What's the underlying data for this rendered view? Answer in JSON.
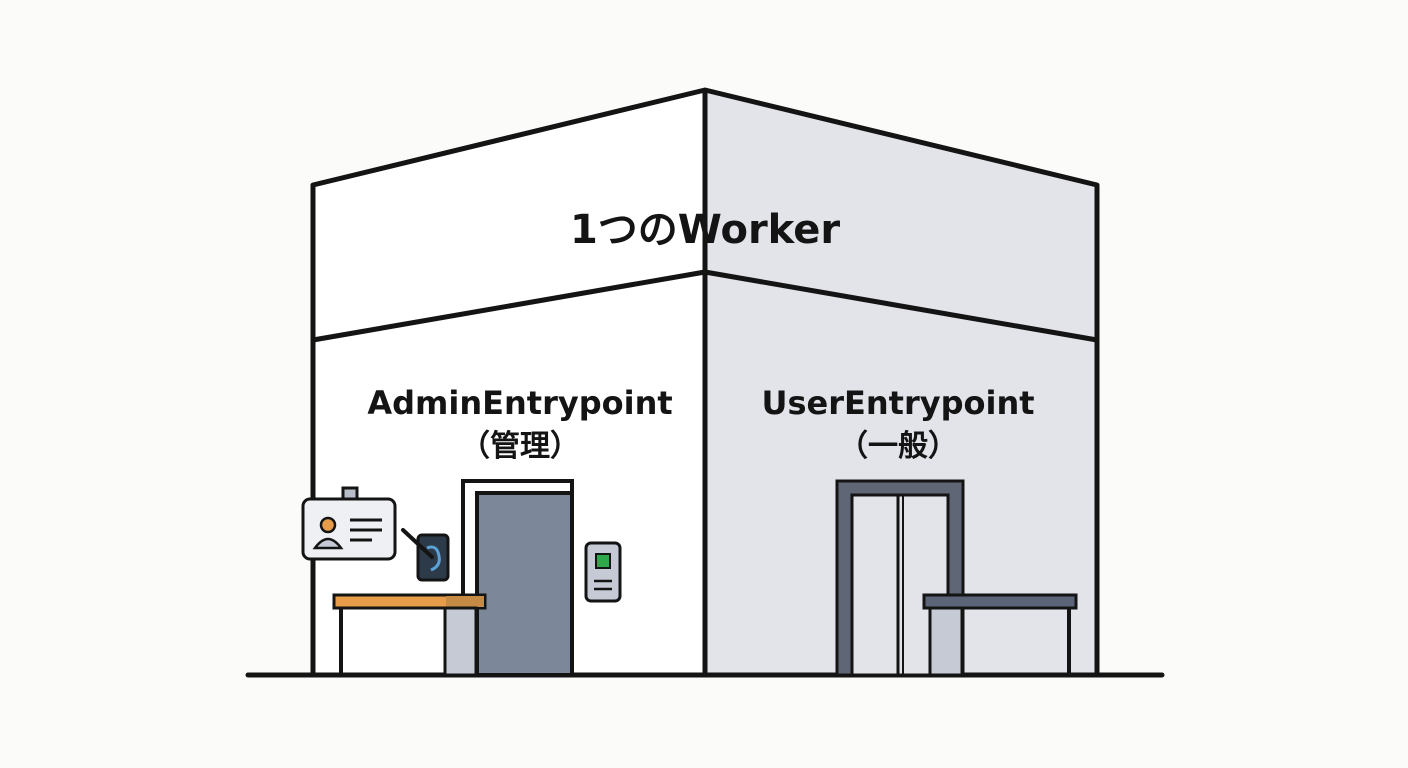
{
  "worker": {
    "title": "1つのWorker"
  },
  "entrypoints": [
    {
      "name": "AdminEntrypoint",
      "subtitle": "（管理）"
    },
    {
      "name": "UserEntrypoint",
      "subtitle": "（一般）"
    }
  ],
  "colors": {
    "background": "#fbfbf9",
    "left_wall": "#ffffff",
    "right_wall": "#e2e4ea",
    "outline": "#141414",
    "admin_door": "#7c8799",
    "door_frame": "#5f6675",
    "desk_top_accent": "#e79c4a",
    "card_reader_led": "#2ea84a",
    "user_desk_top": "#5c6577"
  },
  "icons": [
    "id-badge-icon",
    "card-reader-icon",
    "keypad-icon",
    "person-icon"
  ]
}
